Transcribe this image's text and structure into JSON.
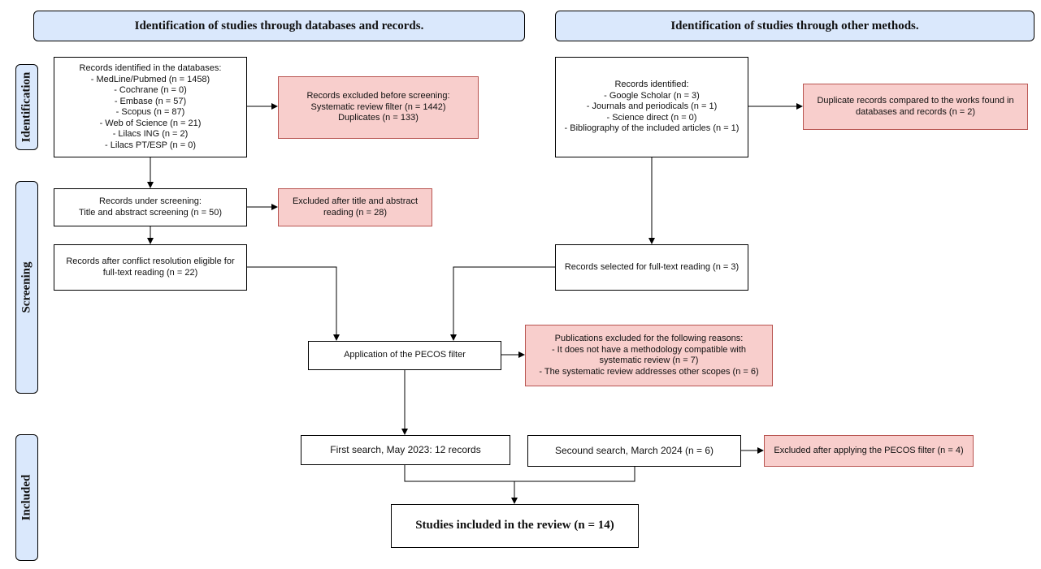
{
  "headers": {
    "left": "Identification of studies through databases and records.",
    "right": "Identification of studies through other methods."
  },
  "phases": {
    "identification": "Identification",
    "screening": "Screening",
    "included": "Included"
  },
  "boxes": {
    "records_databases": [
      "Records identified in the databases:",
      "- MedLine/Pubmed (n = 1458)",
      "- Cochrane (n = 0)",
      "- Embase (n = 57)",
      "- Scopus (n = 87)",
      "- Web of Science (n = 21)",
      "- Lilacs ING (n = 2)",
      "- Lilacs PT/ESP (n = 0)"
    ],
    "excluded_before_screening": [
      "Records excluded before screening:",
      "Systematic review filter (n = 1442)",
      "Duplicates (n = 133)"
    ],
    "records_other": [
      "Records identified:",
      "- Google Scholar (n = 3)",
      "- Journals and periodicals (n = 1)",
      "- Science direct (n = 0)",
      "- Bibliography of the included articles (n = 1)"
    ],
    "duplicate_records": [
      "Duplicate records compared to the works found in",
      "databases and records (n = 2)"
    ],
    "records_screening": [
      "Records under screening:",
      "Title and abstract screening (n = 50)"
    ],
    "excluded_title_abstract": [
      "Excluded after title and abstract",
      "reading (n = 28)"
    ],
    "conflict_resolution": [
      "Records after conflict resolution eligible for",
      "full-text reading (n = 22)"
    ],
    "selected_fulltext": [
      "Records selected for full-text reading (n = 3)"
    ],
    "pecos_filter": [
      "Application of the PECOS filter"
    ],
    "publications_excluded": [
      "Publications excluded for the following reasons:",
      "- It does not have a methodology compatible with",
      "systematic review  (n = 7)",
      "- The systematic review addresses other scopes (n = 6)"
    ],
    "first_search": [
      "First search, May 2023: 12 records"
    ],
    "second_search": [
      "Secound search, March 2024 (n = 6)"
    ],
    "excluded_pecos": [
      "Excluded after applying the PECOS filter (n = 4)"
    ],
    "studies_included": [
      "Studies included in the review (n = 14)"
    ]
  }
}
